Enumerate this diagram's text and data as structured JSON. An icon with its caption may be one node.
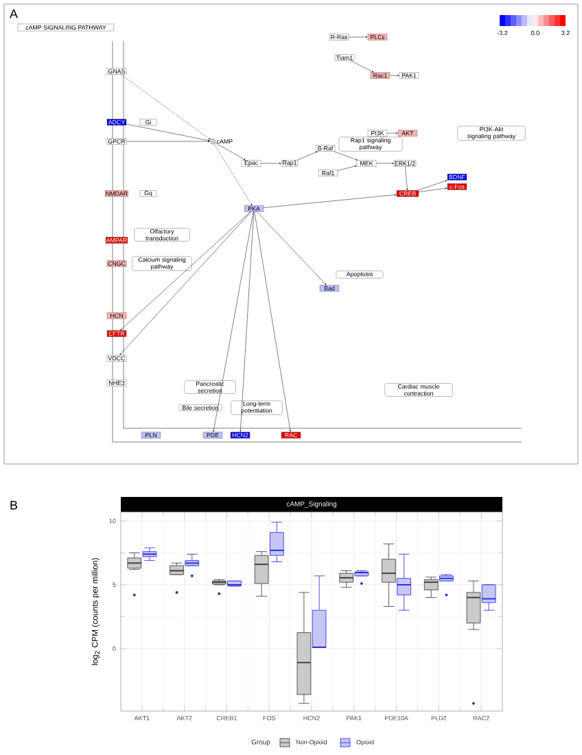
{
  "diagram": {
    "nodes": [
      {
        "text": [
          "cAMP SIGNALING PATHWAY"
        ]
      },
      {
        "text": [
          "GNAS"
        ]
      },
      {
        "text": [
          "ADCY"
        ]
      },
      {
        "text": [
          "Gi"
        ]
      },
      {
        "text": [
          "GPCR"
        ]
      },
      {
        "text": [
          "NMDAR"
        ]
      },
      {
        "text": [
          "Gq"
        ]
      },
      {
        "text": [
          "AMPAR"
        ]
      },
      {
        "text": [
          "CNGC"
        ]
      },
      {
        "text": [
          "Olfactory transduction"
        ]
      },
      {
        "text": [
          "Calcium signaling pathway"
        ]
      },
      {
        "text": [
          "HCN"
        ]
      },
      {
        "text": [
          "CFTR"
        ]
      },
      {
        "text": [
          "VDCC"
        ]
      },
      {
        "text": [
          "NHE3"
        ]
      },
      {
        "text": [],
        "shape": "circle",
        "beside": [
          "cAMP"
        ]
      },
      {
        "text": [
          "PKA"
        ]
      },
      {
        "text": [
          "Epac"
        ]
      },
      {
        "text": [
          "Rap1"
        ]
      },
      {
        "text": [
          "B-Raf"
        ]
      },
      {
        "text": [
          "Raf1"
        ]
      },
      {
        "text": [
          "MEK"
        ]
      },
      {
        "text": [
          "ERK1/2"
        ]
      },
      {
        "text": [
          "Rap1 signaling pathway"
        ]
      },
      {
        "text": [
          "CREB"
        ]
      },
      {
        "text": [
          "R-Ras"
        ]
      },
      {
        "text": [
          "PLCε"
        ]
      },
      {
        "text": [
          "Rac1"
        ]
      },
      {
        "text": [
          "PAK1"
        ]
      },
      {
        "text": [
          "Tiam1"
        ]
      },
      {
        "text": [
          "PI3K"
        ]
      },
      {
        "text": [
          "AKT"
        ]
      },
      {
        "text": [
          "PI3K-Akt signaling pathway"
        ]
      },
      {
        "text": [
          "Bad"
        ]
      },
      {
        "text": [
          "Apoptosis"
        ]
      },
      {
        "text": [
          "c-Fos"
        ]
      },
      {
        "text": [
          "BDNF"
        ]
      },
      {
        "text": [
          "Cardiac muscle contraction"
        ]
      },
      {
        "text": [
          "Pancreatic secretion"
        ]
      },
      {
        "text": [
          "Bile secretion"
        ]
      },
      {
        "text": [
          "Long-term potentiation"
        ]
      },
      {
        "text": [
          "PLN"
        ]
      },
      {
        "text": [
          "PDE"
        ]
      },
      {
        "text": [
          "HCN2"
        ]
      },
      {
        "text": [
          "RAC"
        ]
      }
    ],
    "edges": [
      {
        "from": 2,
        "to": 15,
        "arrow": "to"
      },
      {
        "from": 4,
        "to": 15,
        "arrow": "to"
      },
      {
        "from": 15,
        "to": 17,
        "arrow": "to"
      },
      {
        "from": 17,
        "to": 18,
        "arrow": "to"
      },
      {
        "from": 18,
        "to": 19,
        "arrow": "to"
      },
      {
        "from": 19,
        "to": 21,
        "arrow": "to"
      },
      {
        "from": 20,
        "to": 21,
        "arrow": "to"
      },
      {
        "from": 21,
        "to": 22,
        "arrow": "to"
      },
      {
        "from": 22,
        "to": 24,
        "arrow": "to"
      },
      {
        "from": 15,
        "to": 16,
        "arrow": "to",
        "style": "dashed"
      },
      {
        "from": 16,
        "to": 24,
        "arrow": "to"
      },
      {
        "from": 25,
        "to": 26,
        "arrow": "to"
      },
      {
        "from": 29,
        "to": 27,
        "arrow": "to"
      },
      {
        "from": 27,
        "to": 28,
        "arrow": "to"
      },
      {
        "from": 30,
        "to": 31,
        "arrow": "to"
      },
      {
        "from": 24,
        "to": 36,
        "arrow": "to"
      },
      {
        "from": 24,
        "to": 35,
        "arrow": "to"
      },
      {
        "from": 16,
        "to": 33,
        "arrow": "to"
      },
      {
        "from": 16,
        "to": 42,
        "arrow": "to"
      },
      {
        "from": 16,
        "to": 43,
        "arrow": "to"
      },
      {
        "from": 16,
        "to": 44,
        "arrow": "to"
      },
      {
        "from": 16,
        "to": 12,
        "arrow": "to"
      },
      {
        "from": 16,
        "to": 13,
        "arrow": "to"
      },
      {
        "from": 1,
        "to": 15,
        "arrow": "to",
        "style": "dashed"
      }
    ],
    "labels": [
      "A",
      "-3.2",
      "0.0",
      "3.2",
      "B",
      "cAMP_Signaling",
      "10",
      "5",
      "0",
      "log$_{2}$ CPM (counts per million)",
      "AKT1",
      "AKT2",
      "CREB1",
      "FOS",
      "HCN2",
      "PAK1",
      "PDE10A",
      "PLD2",
      "RAC2",
      "Group"
    ],
    "legend": [
      {
        "text": "Non-Opioid"
      },
      {
        "text": "Opioid"
      }
    ]
  }
}
